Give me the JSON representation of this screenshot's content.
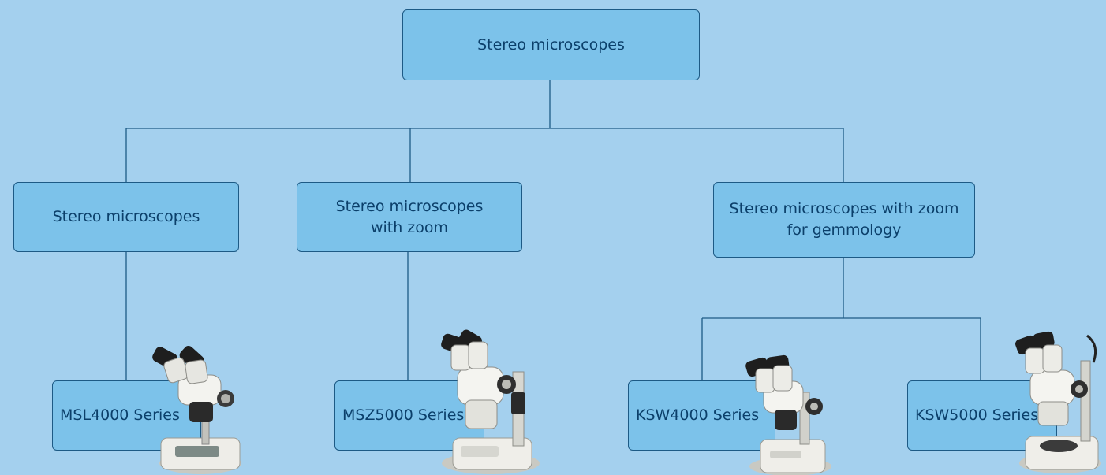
{
  "diagram": {
    "root": {
      "label": "Stereo microscopes"
    },
    "categories": [
      {
        "label": "Stereo microscopes"
      },
      {
        "label": "Stereo microscopes\nwith zoom"
      },
      {
        "label": "Stereo microscopes with zoom\nfor gemmology"
      }
    ],
    "products": [
      {
        "label": "MSL4000 Series"
      },
      {
        "label": "MSZ5000 Series"
      },
      {
        "label": "KSW4000 Series"
      },
      {
        "label": "KSW5000 Series"
      }
    ]
  },
  "colors": {
    "background": "#a4d0ee",
    "box_fill": "#7cc2ea",
    "box_border": "#1d5a85",
    "text": "#0b3f6a",
    "connector": "#1d5a85"
  }
}
